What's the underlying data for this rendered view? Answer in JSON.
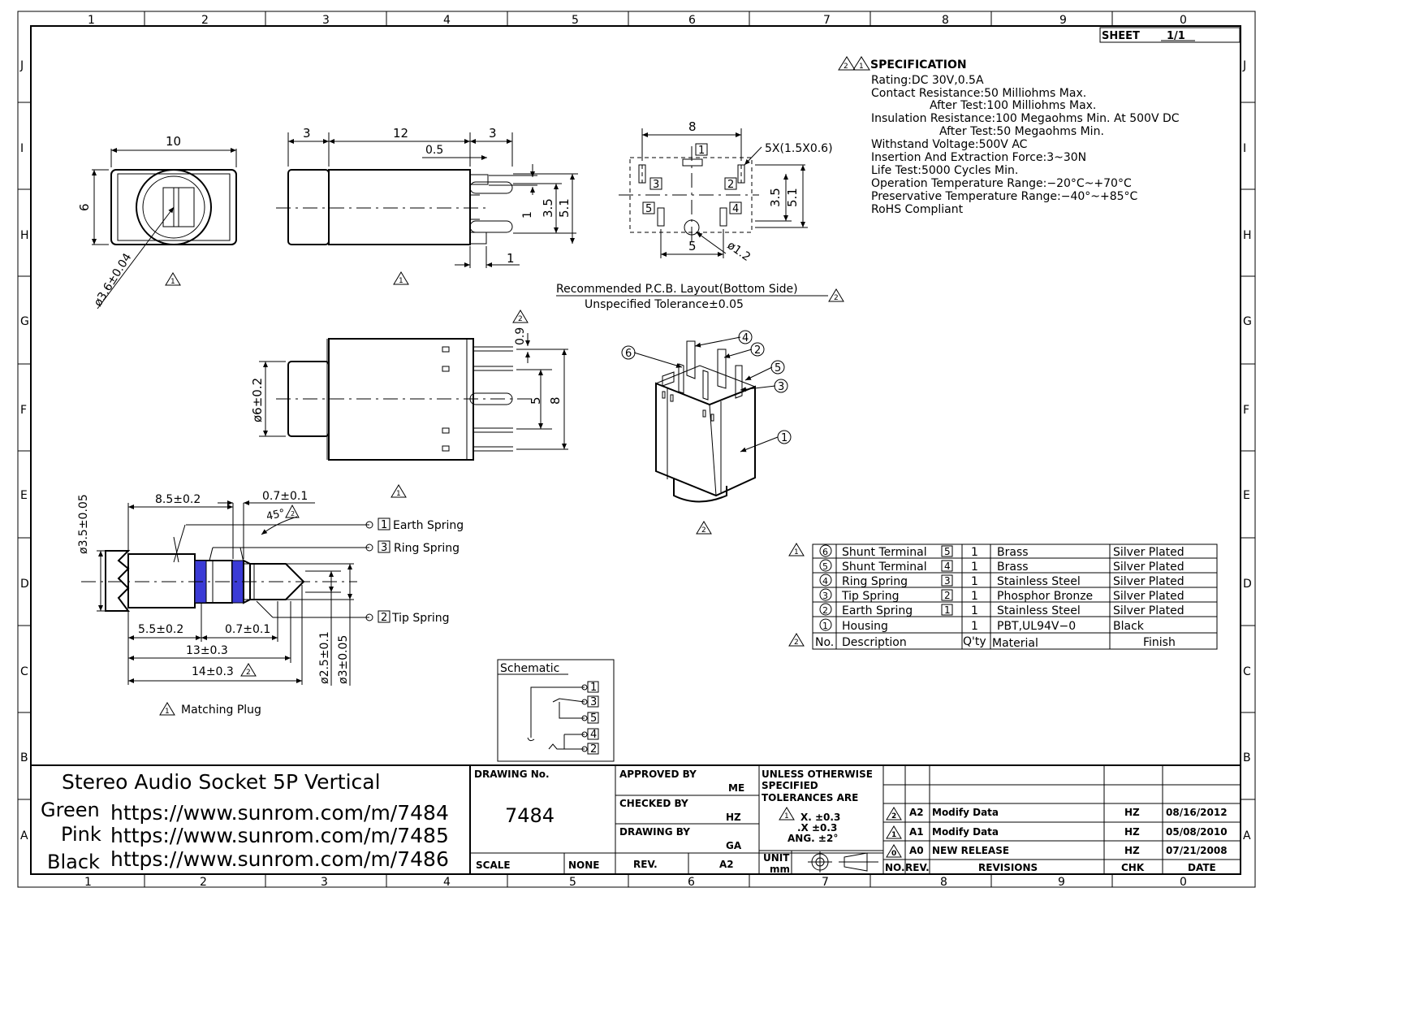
{
  "sheet": {
    "label": "SHEET",
    "value": "1/1"
  },
  "grid": {
    "columns": [
      "1",
      "2",
      "3",
      "4",
      "5",
      "6",
      "7",
      "8",
      "9",
      "0"
    ],
    "rows": [
      "J",
      "I",
      "H",
      "G",
      "F",
      "E",
      "D",
      "C",
      "B",
      "A"
    ]
  },
  "spec": {
    "heading": "SPECIFICATION",
    "lines": [
      "Rating:DC  30V,0.5A",
      "Contact  Resistance:50  Milliohms  Max.",
      "After  Test:100  Milliohms  Max.",
      "Insulation  Resistance:100  Megaohms  Min.  At  500V  DC",
      "After  Test:50  Megaohms  Min.",
      "Withstand  Voltage:500V  AC",
      "Insertion  And  Extraction  Force:3~30N",
      "Life  Test:5000  Cycles  Min.",
      "Operation  Temperature  Range:−20°C~+70°C",
      "Preservative  Temperature  Range:−40°~+85°C",
      "RoHS  Compliant"
    ]
  },
  "front_view": {
    "width": "10",
    "height": "6",
    "hole": "ø3.6±0.04",
    "rev": "1"
  },
  "side_view": {
    "d1": "3",
    "d2": "12",
    "d3": "3",
    "d4": "0.5",
    "d5": "1",
    "d6": "3.5",
    "d7": "5.1",
    "d8": "1",
    "rev": "1"
  },
  "pcb": {
    "width": "8",
    "holes": "5X(1.5X0.6)",
    "d1": "3.5",
    "d2": "5.1",
    "d3": "5",
    "d4": "ø1.2",
    "pins": [
      "1",
      "3",
      "2",
      "5",
      "4"
    ],
    "title": "Recommended  P.C.B.  Layout(Bottom  Side)",
    "tolerance": "Unspecified  Tolerance±0.05",
    "rev": "2"
  },
  "top_view": {
    "diameter": "ø6±0.2",
    "d1": "0.9",
    "d2": "5",
    "d3": "8",
    "rev": "1",
    "rev2": "2"
  },
  "iso_view": {
    "callouts": [
      "6",
      "4",
      "2",
      "5",
      "3",
      "1"
    ],
    "rev": "2"
  },
  "plug": {
    "d_body": "ø3.5±0.05",
    "len1": "8.5±0.2",
    "len2": "0.7±0.1",
    "angle": "45°",
    "angle_rev": "2",
    "len3": "5.5±0.2",
    "len4": "0.7±0.1",
    "len5": "13±0.3",
    "len6": "14±0.3",
    "len6_rev": "2",
    "d_tip": "ø2.5±0.1",
    "d_ring": "ø3±0.05",
    "earth": {
      "num": "1",
      "label": "Earth  Spring"
    },
    "ring": {
      "num": "3",
      "label": "Ring  Spring"
    },
    "tip": {
      "num": "2",
      "label": "Tip  Spring"
    },
    "caption": "Matching  Plug",
    "caption_rev": "1",
    "stripe_color": "#3b3bd6"
  },
  "bom": {
    "header_rev": "1",
    "footer_rev": "2",
    "rows": [
      {
        "no": "6",
        "desc": "Shunt  Terminal",
        "pin": "5",
        "qty": "1",
        "material": "Brass",
        "finish": "Silver  Plated"
      },
      {
        "no": "5",
        "desc": "Shunt  Terminal",
        "pin": "4",
        "qty": "1",
        "material": "Brass",
        "finish": "Silver  Plated"
      },
      {
        "no": "4",
        "desc": "Ring  Spring",
        "pin": "3",
        "qty": "1",
        "material": "Stainless  Steel",
        "finish": "Silver  Plated"
      },
      {
        "no": "3",
        "desc": "Tip  Spring",
        "pin": "2",
        "qty": "1",
        "material": "Phosphor  Bronze",
        "finish": "Silver  Plated"
      },
      {
        "no": "2",
        "desc": "Earth  Spring",
        "pin": "1",
        "qty": "1",
        "material": "Stainless  Steel",
        "finish": "Silver  Plated"
      },
      {
        "no": "1",
        "desc": "Housing",
        "pin": "",
        "qty": "1",
        "material": "PBT,UL94V−0",
        "finish": "Black"
      }
    ],
    "header": {
      "no": "No.",
      "desc": "Description",
      "qty": "Q'ty",
      "material": "Material",
      "finish": "Finish"
    }
  },
  "schematic": {
    "title": "Schematic",
    "pins": [
      "1",
      "3",
      "5",
      "4",
      "2"
    ]
  },
  "title_block": {
    "title": "Stereo Audio Socket 5P Vertical",
    "variants": [
      {
        "color": "Green",
        "url": "https://www.sunrom.com/m/7484"
      },
      {
        "color": "Pink",
        "url": "https://www.sunrom.com/m/7485"
      },
      {
        "color": "Black",
        "url": "https://www.sunrom.com/m/7486"
      }
    ],
    "drawing_no_label": "DRAWING  No.",
    "drawing_no": "7484",
    "scale_label": "SCALE",
    "scale": "NONE",
    "approved_label": "APPROVED  BY",
    "approved": "ME",
    "checked_label": "CHECKED  BY",
    "checked": "HZ",
    "drawing_label": "DRAWING  BY",
    "drawing": "GA",
    "rev_label": "REV.",
    "rev": "A2",
    "tol_label_1": "UNLESS  OTHERWISE",
    "tol_label_2": "SPECIFIED",
    "tol_label_3": "TOLERANCES  ARE",
    "tol_x": "X.  ±0.3",
    "tol_xx": ".X  ±0.3",
    "tol_ang": "ANG.  ±2°",
    "unit_label": "UNIT",
    "unit": "mm"
  },
  "revisions": {
    "rows": [
      {
        "mark": "2",
        "rev": "A2",
        "desc": "Modify  Data",
        "chk": "HZ",
        "date": "08/16/2012"
      },
      {
        "mark": "1",
        "rev": "A1",
        "desc": "Modify  Data",
        "chk": "HZ",
        "date": "05/08/2010"
      },
      {
        "mark": "0",
        "rev": "A0",
        "desc": "NEW  RELEASE",
        "chk": "HZ",
        "date": "07/21/2008"
      }
    ],
    "header": {
      "no": "NO.",
      "rev": "REV.",
      "desc": "REVISIONS",
      "chk": "CHK",
      "date": "DATE"
    }
  }
}
